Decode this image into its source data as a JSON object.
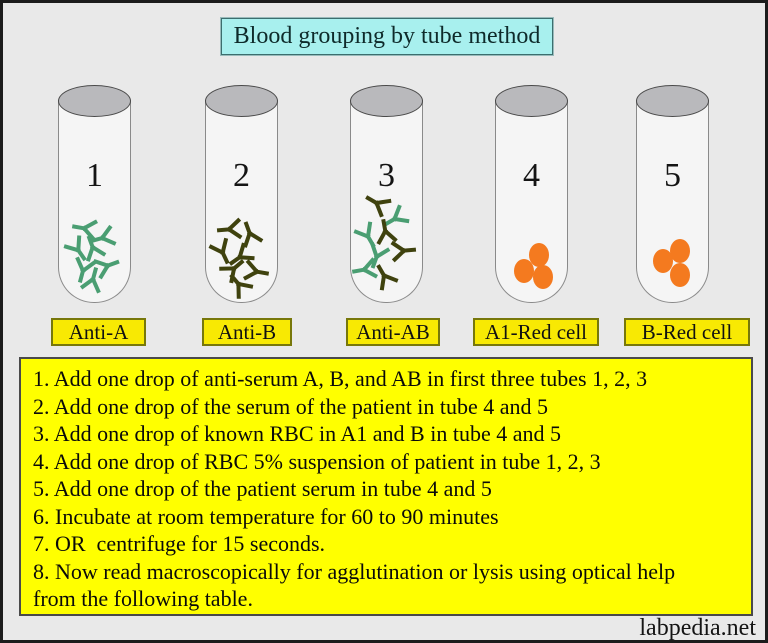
{
  "title": "Blood grouping by tube method",
  "tubes": [
    {
      "number": "1",
      "label": "Anti-A",
      "content": "green anti-A antibodies"
    },
    {
      "number": "2",
      "label": "Anti-B",
      "content": "olive anti-B antibodies"
    },
    {
      "number": "3",
      "label": "Anti-AB",
      "content": "mixed green and olive anti-AB antibodies"
    },
    {
      "number": "4",
      "label": "A1-Red cell",
      "content": "orange red cells"
    },
    {
      "number": "5",
      "label": "B-Red cell",
      "content": "orange red cells"
    }
  ],
  "instructions": {
    "lines": [
      "1. Add one drop of anti-serum A, B, and AB in first three tubes 1, 2, 3",
      "2. Add one drop of the serum of the patient in tube 4 and 5",
      "3. Add one drop of known RBC in A1 and B in tube 4 and 5",
      "4. Add one drop of RBC 5% suspension of patient in tube 1, 2, 3",
      "5. Add one drop of the patient serum in tube 4 and 5",
      "6. Incubate at room temperature for 60 to 90 minutes",
      "7. OR  centrifuge for 15 seconds.",
      "8. Now read macroscopically for agglutination or lysis using optical help",
      "from the following table."
    ]
  },
  "footer": {
    "watermark": "labpedia.net"
  },
  "colors": {
    "background": "#e9e9e9",
    "title_box_bg": "#a8f0ee",
    "instruction_box_bg": "#ffff00",
    "label_bg": "#f8e903",
    "antibody_green": "#4a9e72",
    "antibody_olive": "#3f420e",
    "red_cell_orange": "#f47a1f",
    "tube_cap_gray": "#b9b9bc"
  }
}
